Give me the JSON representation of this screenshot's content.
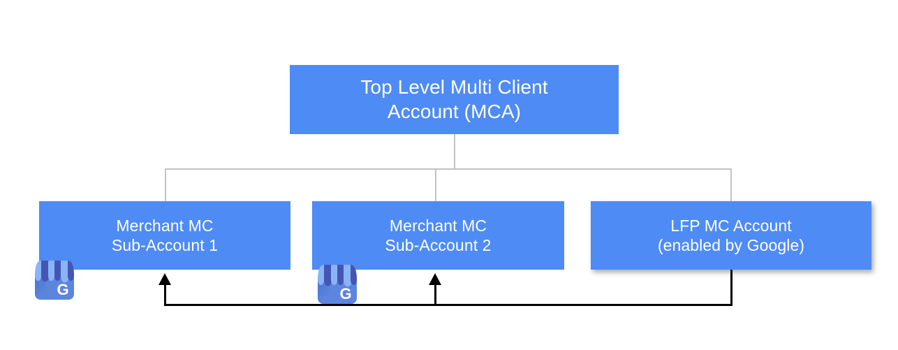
{
  "diagram": {
    "title_hidden": "",
    "colors": {
      "node_fill": "#4e8bf5",
      "node_text": "#ffffff",
      "tree_connector": "#c3c3c3",
      "feedback_arrow": "#000000",
      "canvas_background": "#ffffff",
      "gbp_awning_light": "#8ab4f8",
      "gbp_awning_dark": "#4456b3",
      "gbp_body": "#5c85de"
    },
    "nodes": [
      {
        "id": "root",
        "label": "Top Level Multi Client\nAccount (MCA)",
        "line1": "Top Level Multi Client",
        "line2": "Account (MCA)"
      },
      {
        "id": "sub1",
        "label": "Merchant MC\nSub-Account 1",
        "line1": "Merchant MC",
        "line2": "Sub-Account 1",
        "icon": "google-business-profile-icon"
      },
      {
        "id": "sub2",
        "label": "Merchant MC\nSub-Account 2",
        "line1": "Merchant MC",
        "line2": "Sub-Account 2",
        "icon": "google-business-profile-icon"
      },
      {
        "id": "lfp",
        "label": "LFP MC Account\n(enabled by Google)",
        "line1": "LFP MC Account",
        "line2": "(enabled by Google)"
      }
    ],
    "connectors": [
      {
        "id": "root-to-bus",
        "type": "tree",
        "style": "gray"
      },
      {
        "id": "bus",
        "type": "tree",
        "style": "gray"
      },
      {
        "id": "bus-to-sub1",
        "type": "tree",
        "style": "gray"
      },
      {
        "id": "bus-to-sub2",
        "type": "tree",
        "style": "gray"
      },
      {
        "id": "bus-to-lfp",
        "type": "tree",
        "style": "gray"
      },
      {
        "id": "lfp-to-sub1",
        "type": "feedback",
        "style": "black-arrow"
      },
      {
        "id": "lfp-to-sub2",
        "type": "feedback",
        "style": "black-arrow"
      }
    ]
  }
}
